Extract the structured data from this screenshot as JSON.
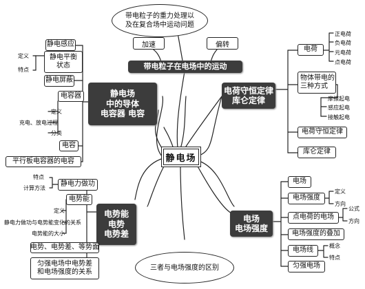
{
  "center": "静电场",
  "top_cloud": [
    "带电粒子的重力处理以",
    "及在复合场中运动问题"
  ],
  "bottom_cloud": "三者与电场强度的区别",
  "top_branch": {
    "title": "带电粒子在电场中的运动",
    "callouts": [
      "加速",
      "偏转"
    ]
  },
  "left_upper": {
    "title": [
      "静电场",
      "中的导体",
      "电容器  电容"
    ],
    "items": [
      "静电感应",
      "静电平衡状态",
      "静电屏蔽",
      "电容器",
      "电容",
      "平行板电容器的电容"
    ],
    "balance_labels": [
      "定义",
      "特点"
    ],
    "capacitor_labels": [
      "定义",
      "充电、放电过程",
      "分类"
    ]
  },
  "left_lower": {
    "title": [
      "电势能",
      "电势",
      "电势差"
    ],
    "items": [
      "静电力做功",
      "电势能",
      "电势、电势差、等势面",
      "匀强电场中电势差和电场强度的关系"
    ],
    "work_labels": [
      "特点",
      "计算方法"
    ],
    "energy_labels": [
      "定义",
      "静电力做功与电势能变化的关系",
      "电势能的大小"
    ]
  },
  "right_upper": {
    "title": [
      "电荷守恒定律",
      "库仑定律"
    ],
    "items": [
      "电荷",
      "物体带电的三种方式",
      "电荷守恒定律",
      "库仑定律"
    ],
    "charge_labels": [
      "正电荷",
      "负电荷",
      "元电荷",
      "点电荷"
    ],
    "method_labels": [
      "摩擦起电",
      "感应起电",
      "接触起电"
    ]
  },
  "right_lower": {
    "title": [
      "电场",
      "电场强度"
    ],
    "items": [
      "电场",
      "电场强度",
      "点电荷的电场",
      "电场强度的叠加",
      "电场线",
      "匀强电场"
    ],
    "strength_labels": [
      "定义",
      "方向"
    ],
    "point_labels": [
      "公式",
      "方向"
    ],
    "line_labels": [
      "概念",
      "特点"
    ]
  }
}
